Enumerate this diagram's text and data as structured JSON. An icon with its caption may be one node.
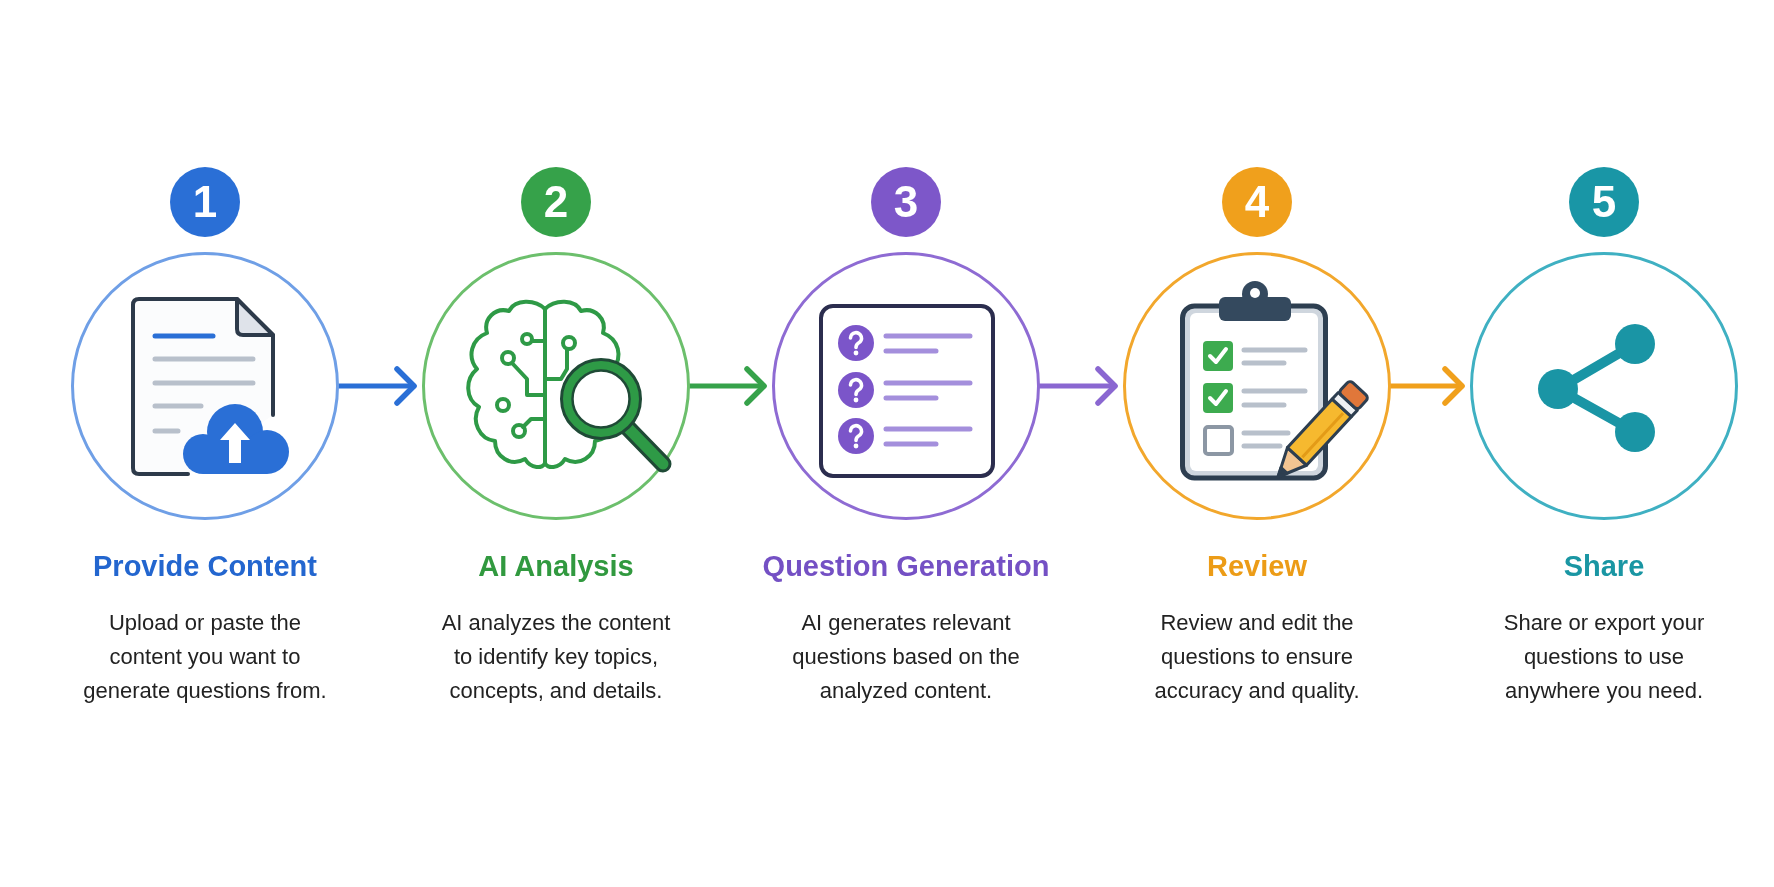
{
  "diagram": {
    "nodes": [
      {
        "text": [
          "1"
        ]
      },
      {
        "text": [
          "Provide Content",
          "Upload or paste the content you want to generate questions from."
        ]
      },
      {
        "text": [
          "2"
        ]
      },
      {
        "text": [
          "AI Analysis",
          "AI analyzes the content to identify key topics, concepts, and details."
        ]
      },
      {
        "text": [
          "3"
        ]
      },
      {
        "text": [
          "Question Generation",
          "AI generates relevant questions based on the analyzed content."
        ]
      },
      {
        "text": [
          "4"
        ]
      },
      {
        "text": [
          "Review",
          "Review and edit the questions to ensure accuracy and quality."
        ]
      },
      {
        "text": [
          "5"
        ]
      },
      {
        "text": [
          "Share",
          "Share or export your questions to use anywhere you need."
        ]
      }
    ],
    "edges": [
      {
        "from": 1,
        "to": 3,
        "arrow": "to",
        "color": "#2a6fd6"
      },
      {
        "from": 3,
        "to": 5,
        "arrow": "to",
        "color": "#36a24a"
      },
      {
        "from": 5,
        "to": 7,
        "arrow": "to",
        "color": "#8a67d1"
      },
      {
        "from": 7,
        "to": 9,
        "arrow": "to",
        "color": "#f0a01c"
      }
    ]
  }
}
